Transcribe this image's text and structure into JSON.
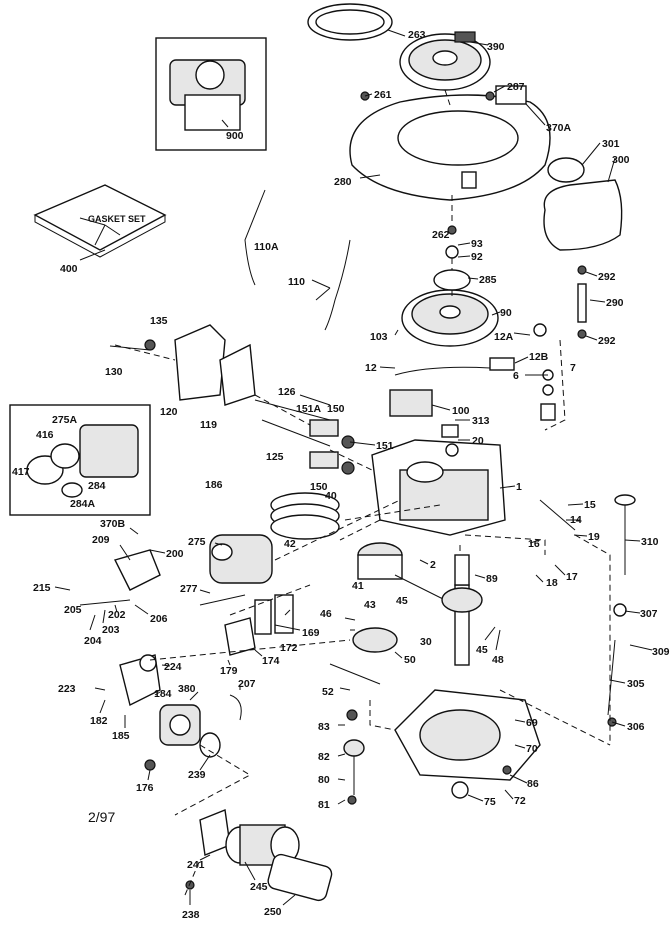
{
  "labels": {
    "263": "263",
    "390": "390",
    "900": "900",
    "261": "261",
    "287": "287",
    "370A": "370A",
    "280": "280",
    "301": "301",
    "300": "300",
    "gasket_set": "GASKET SET",
    "400": "400",
    "110A": "110A",
    "262": "262",
    "93": "93",
    "92": "92",
    "285": "285",
    "292a": "292",
    "290": "290",
    "292b": "292",
    "110": "110",
    "135": "135",
    "90": "90",
    "103": "103",
    "12A": "12A",
    "12": "12",
    "12B": "12B",
    "6": "6",
    "7": "7",
    "130": "130",
    "126": "126",
    "151A": "151A",
    "150a": "150",
    "100": "100",
    "313": "313",
    "20": "20",
    "275A": "275A",
    "416": "416",
    "120": "120",
    "119": "119",
    "151": "151",
    "125": "125",
    "417": "417",
    "284": "284",
    "284A": "284A",
    "186": "186",
    "150b": "150",
    "40": "40",
    "1": "1",
    "15": "15",
    "14": "14",
    "19": "19",
    "370B": "370B",
    "42": "42",
    "310": "310",
    "209": "209",
    "200": "200",
    "275": "275",
    "16": "16",
    "2": "2",
    "89": "89",
    "17": "17",
    "215": "215",
    "18": "18",
    "277": "277",
    "41": "41",
    "43": "43",
    "45a": "45",
    "205": "205",
    "202": "202",
    "206": "206",
    "203": "203",
    "204": "204",
    "169": "169",
    "172": "172",
    "307": "307",
    "46": "46",
    "30": "30",
    "45b": "45",
    "48": "48",
    "174": "174",
    "179": "179",
    "50": "50",
    "224": "224",
    "309": "309",
    "223": "223",
    "207": "207",
    "380": "380",
    "184": "184",
    "52": "52",
    "305": "305",
    "182": "182",
    "185": "185",
    "69": "69",
    "83": "83",
    "306": "306",
    "239": "239",
    "82": "82",
    "70": "70",
    "176": "176",
    "80": "80",
    "86": "86",
    "81": "81",
    "75": "75",
    "72": "72",
    "241": "241",
    "245": "245",
    "250": "250",
    "238": "238"
  },
  "date": "2/97",
  "colors": {
    "ink": "#111111",
    "paper": "#ffffff"
  }
}
